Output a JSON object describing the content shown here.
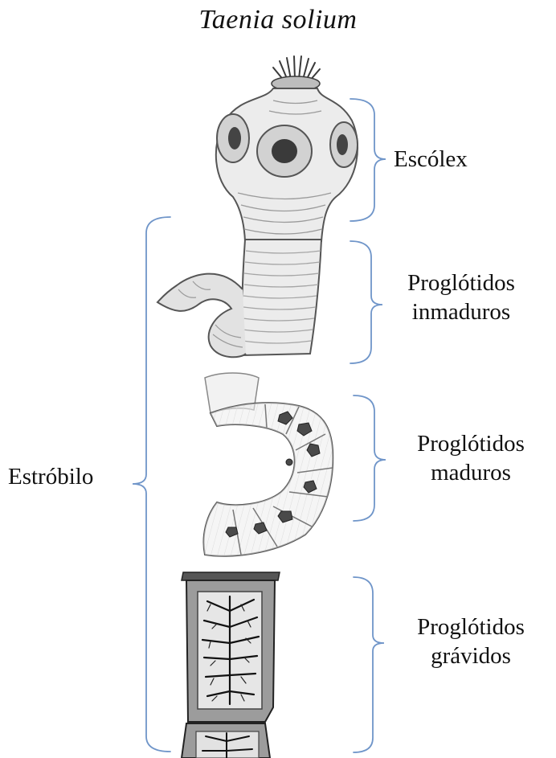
{
  "title": "Taenia solium",
  "labels": {
    "scolex": "Escólex",
    "immature": [
      "Proglótidos",
      "inmaduros"
    ],
    "mature": [
      "Proglótidos",
      "maduros"
    ],
    "gravid": [
      "Proglótidos",
      "grávidos"
    ],
    "strobila": "Estróbilo"
  },
  "colors": {
    "bracket": "#6f95c9",
    "ink": "#3a3a3a",
    "body_fill": "#ededed",
    "segment_fill": "#9a9a9a",
    "background": "#ffffff"
  }
}
